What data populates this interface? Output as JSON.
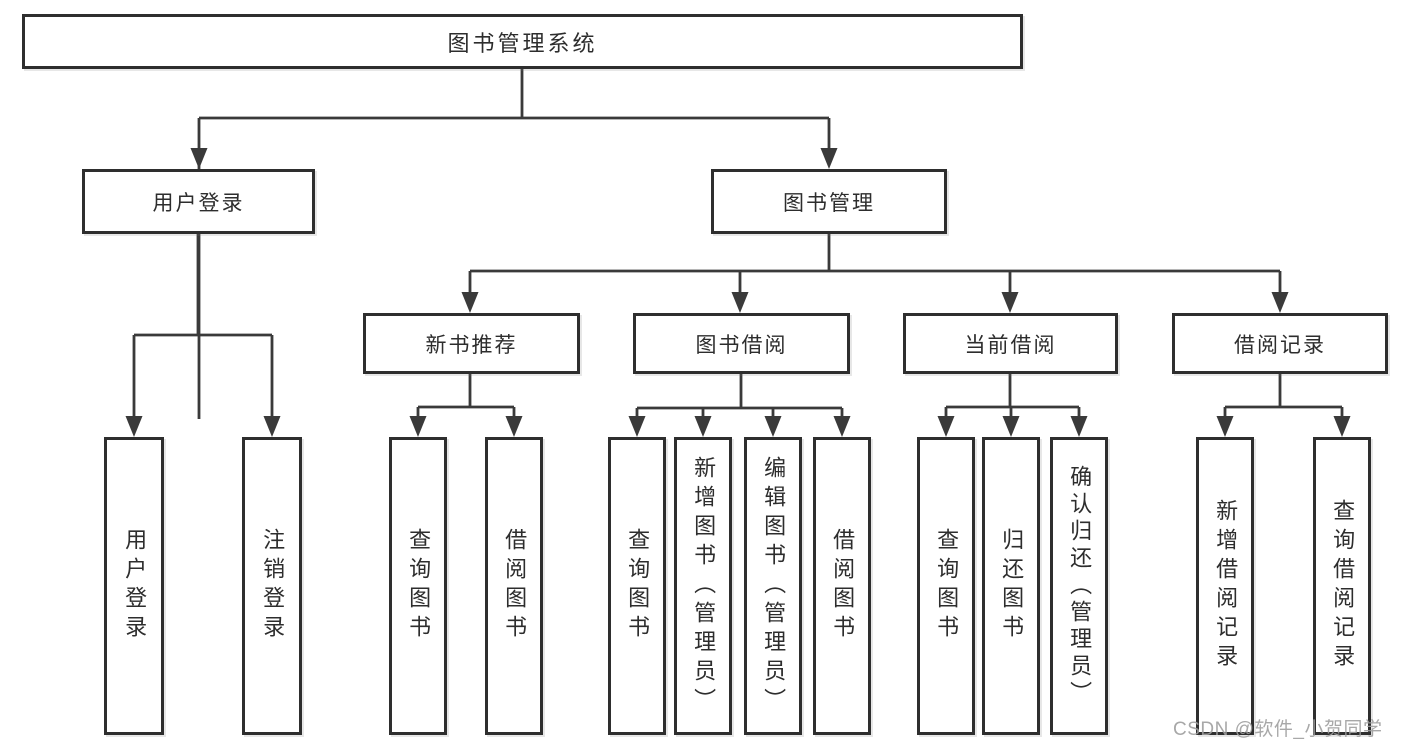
{
  "tree": {
    "root": "图书管理系统",
    "branches": [
      {
        "label": "用户登录",
        "children": [
          "用户登录",
          "注销登录"
        ]
      },
      {
        "label": "图书管理",
        "groups": [
          {
            "label": "新书推荐",
            "children": [
              "查询图书",
              "借阅图书"
            ]
          },
          {
            "label": "图书借阅",
            "children": [
              "查询图书",
              "新增图书（管理员）",
              "编辑图书（管理员）",
              "借阅图书"
            ]
          },
          {
            "label": "当前借阅",
            "children": [
              "查询图书",
              "归还图书",
              "确认归还（管理员）"
            ]
          },
          {
            "label": "借阅记录",
            "children": [
              "新增借阅记录",
              "查询借阅记录"
            ]
          }
        ]
      }
    ]
  },
  "watermark": {
    "text": "CSDN @软件_小贺同学"
  },
  "colors": {
    "line": "#3a3a3a",
    "border": "#2e2e2e",
    "text": "#2d2d2d",
    "watermark": "#9f9f9f",
    "background": "#ffffff"
  }
}
